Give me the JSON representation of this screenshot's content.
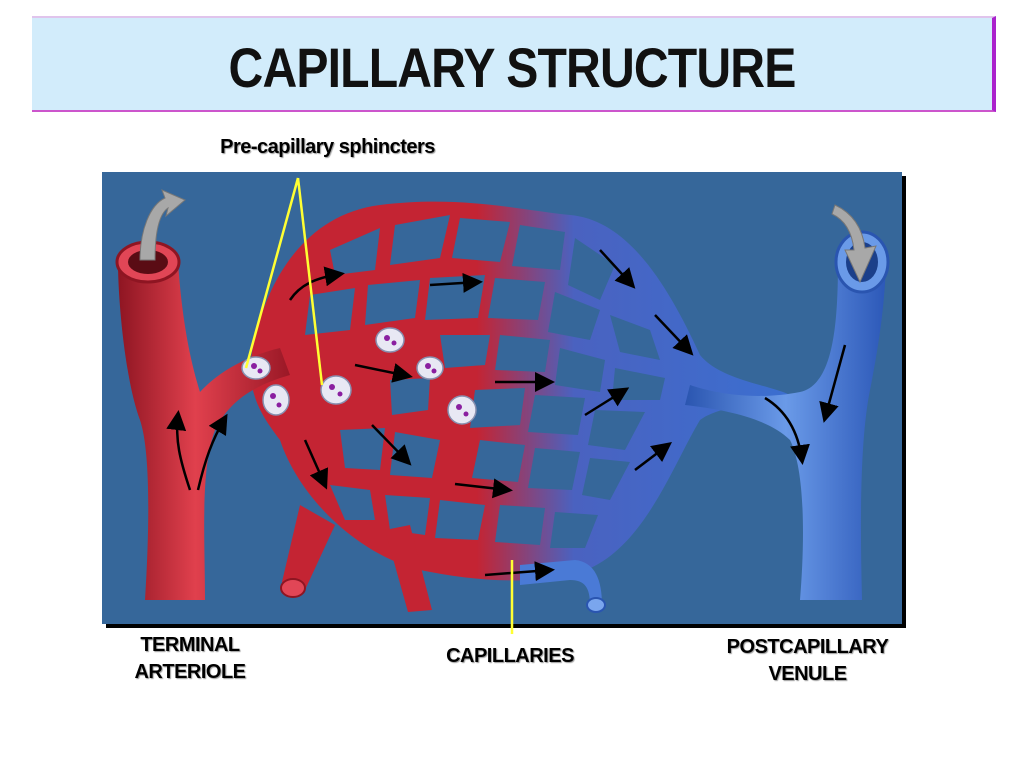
{
  "title": "CAPILLARY STRUCTURE",
  "labels": {
    "sphincters": "Pre-capillary sphincters",
    "arteriole_line1": "TERMINAL",
    "arteriole_line2": "ARTERIOLE",
    "capillaries": "CAPILLARIES",
    "venule_line1": "POSTCAPILLARY",
    "venule_line2": "VENULE"
  },
  "colors": {
    "panel_background": "#36679a",
    "artery_red": "#c42433",
    "vein_blue": "#3b6fd0",
    "pointer_yellow": "#ffff33",
    "title_background": "#d2ecfb",
    "title_border": "#aa22cc"
  }
}
